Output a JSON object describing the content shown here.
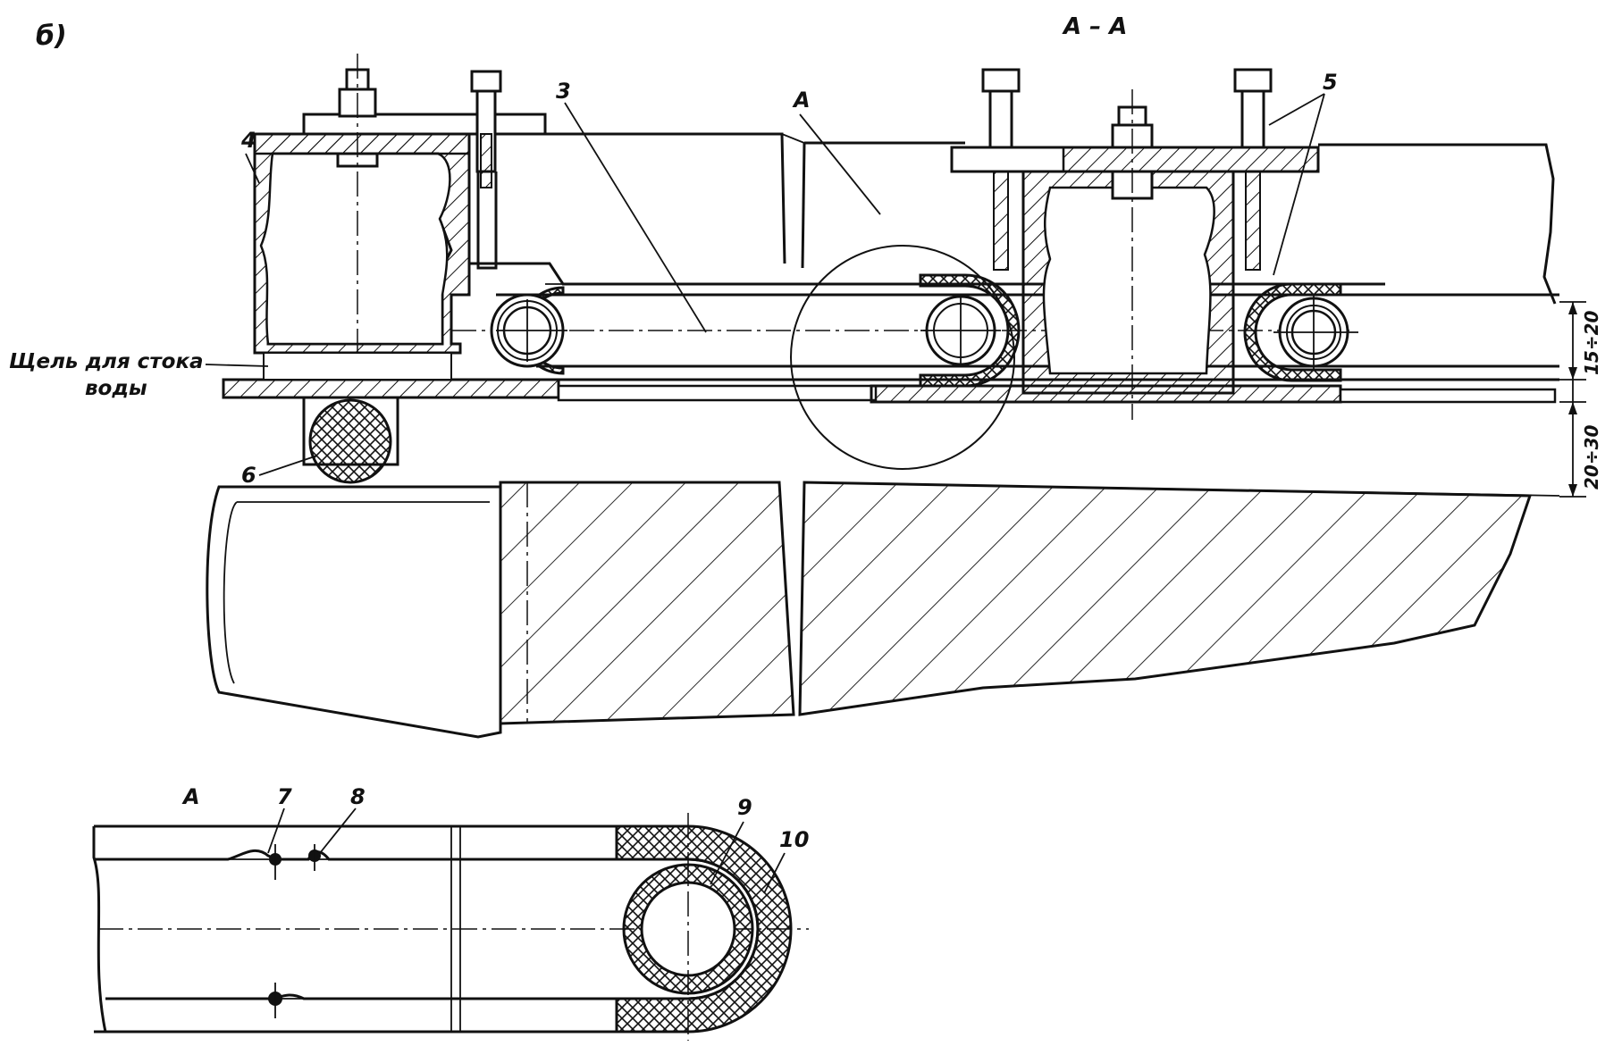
{
  "figure": {
    "panel_label": "б)",
    "section_title": "А – А",
    "slot_note_line1": "Щель для стока",
    "slot_note_line2": "воды",
    "dim_upper": "15÷20",
    "dim_lower": "20÷30",
    "detail_label": "А",
    "detail_view_label": "А",
    "callouts": {
      "c3": "3",
      "c4": "4",
      "c5": "5",
      "c6": "6",
      "c7": "7",
      "c8": "8",
      "c9": "9",
      "c10": "10"
    }
  }
}
